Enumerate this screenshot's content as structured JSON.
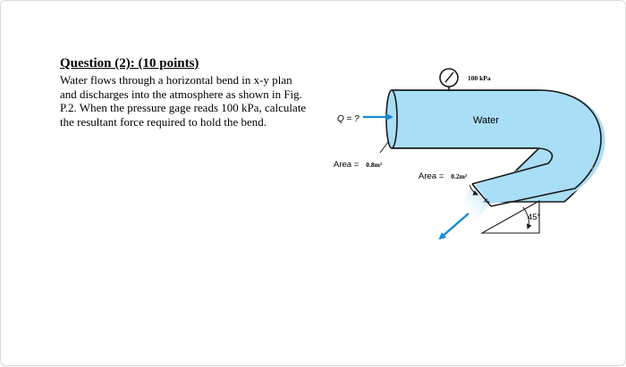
{
  "question": {
    "heading": "Question (2): (10 points)",
    "lines": [
      "Water flows through a horizontal bend in x-y plan",
      "and discharges into the atmosphere as shown in Fig.",
      "P.2. When the pressure gage reads 100 kPa, calculate",
      "the resultant force required to hold the bend."
    ]
  },
  "figure": {
    "gauge_label": "100 kPa",
    "fluid_label": "Water",
    "flow_label": "Q = ?",
    "inlet_area_prefix": "Area =",
    "inlet_area_value": "0.8m²",
    "outlet_area_prefix": "Area =",
    "outlet_area_value": "0.2m²",
    "angle_label": "45°",
    "colors": {
      "pipe_fill": "#a9def7",
      "pipe_outline": "#1a1a1a",
      "flow_arrow": "#1b8bd1",
      "jet": "#cfeefc"
    }
  }
}
